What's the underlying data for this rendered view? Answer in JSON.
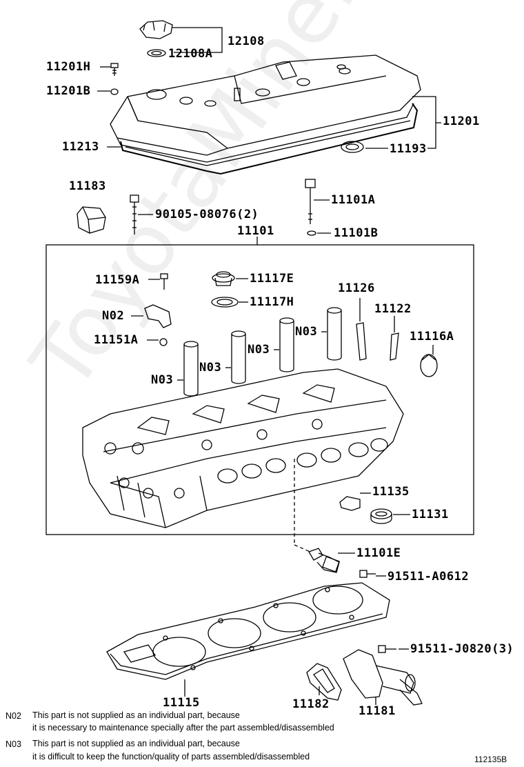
{
  "watermark": "ToyotaMine.ru",
  "diagram_code": "112135B",
  "notes": [
    {
      "code": "N02",
      "line1": "This part is not supplied as an individual part,    because",
      "line2": "it is necessary to maintenance specially after the part assembled/disassembled"
    },
    {
      "code": "N03",
      "line1": "This part is not supplied as an individual part,    because",
      "line2": "it is difficult to keep the function/quality of parts assembled/disassembled"
    }
  ],
  "labels": {
    "p12108": "12108",
    "p12108A": "12108A",
    "p11201H": "11201H",
    "p11201B": "11201B",
    "p11201": "11201",
    "p11213": "11213",
    "p11193": "11193",
    "p11183": "11183",
    "p90105": "90105-08076(2)",
    "p11101A": "11101A",
    "p11101B": "11101B",
    "p11101": "11101",
    "p11159A": "11159A",
    "p11117E": "11117E",
    "p11117H": "11117H",
    "p11126": "11126",
    "p11122": "11122",
    "pN02": "N02",
    "p11151A": "11151A",
    "p11116A": "11116A",
    "pN03a": "N03",
    "pN03b": "N03",
    "pN03c": "N03",
    "pN03d": "N03",
    "p11135": "11135",
    "p11131": "11131",
    "p11101E": "11101E",
    "p91511A": "91511-A0612",
    "p91511J": "91511-J0820(3)",
    "p11115": "11115",
    "p11182": "11182",
    "p11181": "11181"
  }
}
